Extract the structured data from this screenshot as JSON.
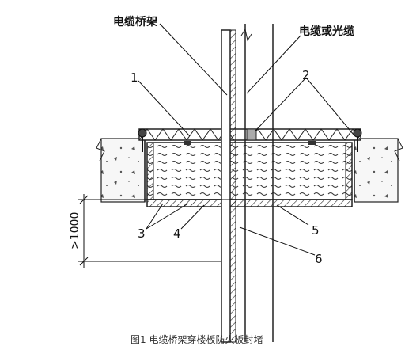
{
  "labels": {
    "cable_tray": "电缆桥架",
    "cable_or_fiber": "电缆或光缆",
    "n1": "1",
    "n2": "2",
    "n3": "3",
    "n4": "4",
    "n5": "5",
    "n6": "6"
  },
  "dimension": ">1000",
  "caption": "图1 电缆桥架穿楼板防火板封堵"
}
